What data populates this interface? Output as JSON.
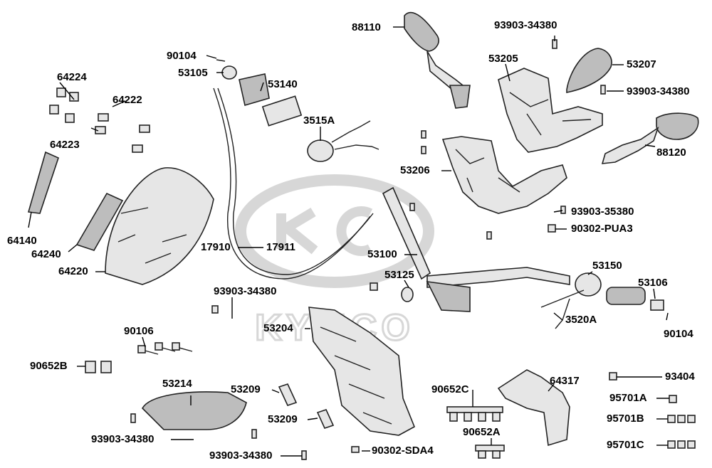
{
  "watermark": {
    "brand": "KYMCO"
  },
  "labels": {
    "p88110": "88110",
    "p93903_34380_a": "93903-34380",
    "p53207": "53207",
    "p93903_34380_b": "93903-34380",
    "p53205": "53205",
    "p88120": "88120",
    "p90104_a": "90104",
    "p53105": "53105",
    "p53140": "53140",
    "p3515A": "3515A",
    "p64224": "64224",
    "p64222": "64222",
    "p64223": "64223",
    "p53206": "53206",
    "p93903_35380": "93903-35380",
    "p90302_PUA3": "90302-PUA3",
    "p64140": "64140",
    "p64240": "64240",
    "p64220": "64220",
    "p17910": "17910",
    "p17911": "17911",
    "p53100": "53100",
    "p53125": "53125",
    "p53150": "53150",
    "p53106": "53106",
    "p3520A": "3520A",
    "p90104_b": "90104",
    "p93903_34380_c": "93903-34380",
    "p53204": "53204",
    "p90106": "90106",
    "p90652B": "90652B",
    "p53214": "53214",
    "p53209_a": "53209",
    "p53209_b": "53209",
    "p93903_34380_d": "93903-34380",
    "p93903_34380_e": "93903-34380",
    "p90652C": "90652C",
    "p64317": "64317",
    "p93404": "93404",
    "p95701A": "95701A",
    "p95701B": "95701B",
    "p95701C": "95701C",
    "p90652A": "90652A",
    "p90302_SDA4": "90302-SDA4"
  }
}
